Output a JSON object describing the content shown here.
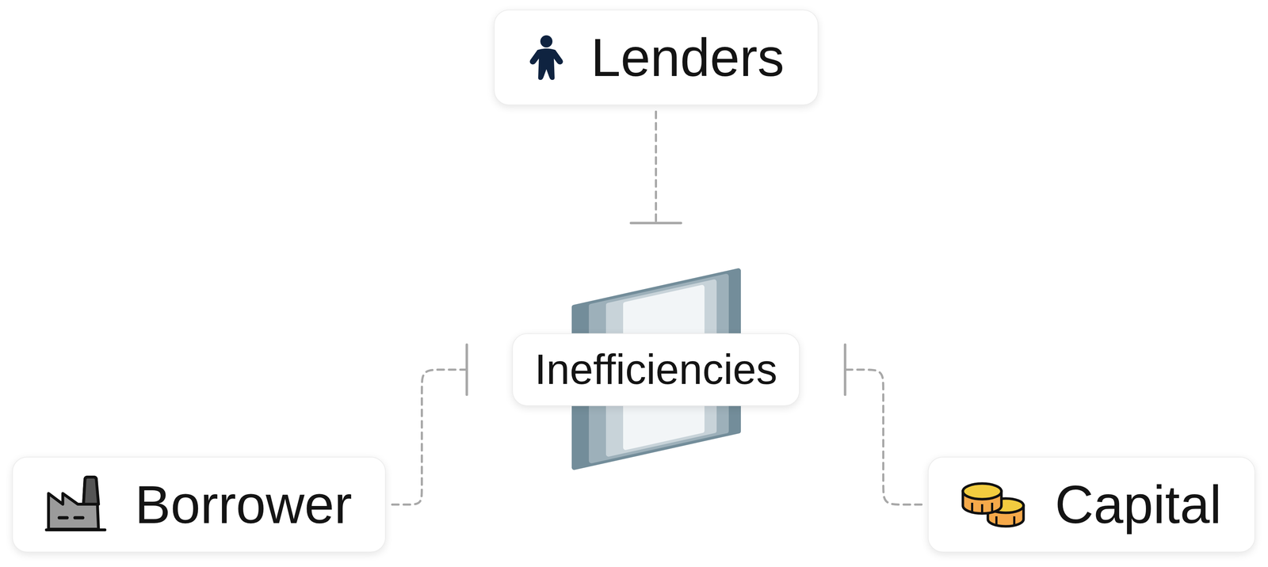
{
  "diagram": {
    "nodes": [
      {
        "text": [
          "Lenders"
        ]
      },
      {
        "text": [
          "Inefficiencies"
        ]
      },
      {
        "text": [
          "Borrower"
        ]
      },
      {
        "text": [
          "Capital"
        ]
      }
    ],
    "edges": [
      {
        "from": 0,
        "to": 1,
        "arrow": "to"
      },
      {
        "from": 2,
        "to": 1,
        "arrow": "to"
      },
      {
        "from": 3,
        "to": 1,
        "arrow": "to"
      }
    ]
  }
}
